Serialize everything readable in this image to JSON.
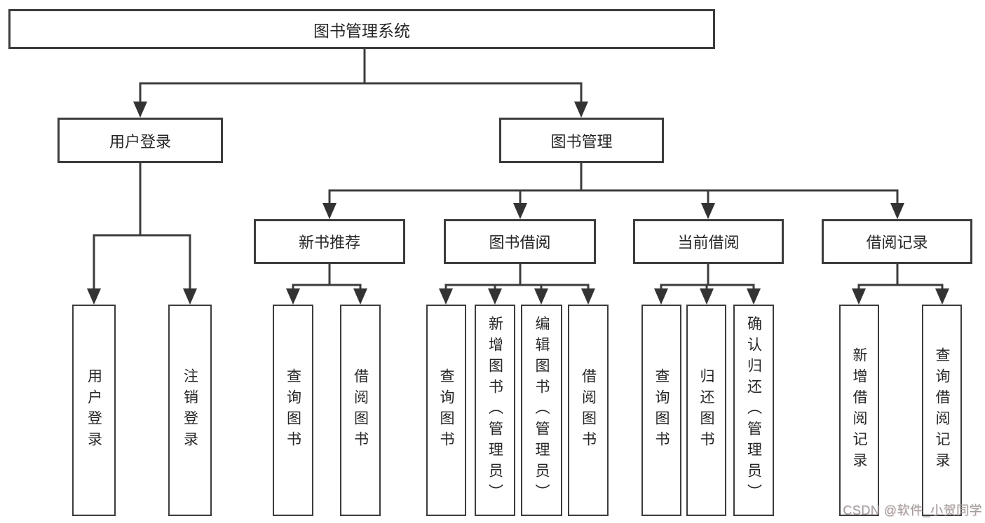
{
  "diagram": {
    "root": {
      "label": "图书管理系统"
    },
    "branches": [
      {
        "label": "用户登录"
      },
      {
        "label": "图书管理"
      }
    ],
    "modules": [
      {
        "label": "新书推荐",
        "parent": "图书管理"
      },
      {
        "label": "图书借阅",
        "parent": "图书管理"
      },
      {
        "label": "当前借阅",
        "parent": "图书管理"
      },
      {
        "label": "借阅记录",
        "parent": "图书管理"
      }
    ],
    "leaves": [
      {
        "label": "用户登录",
        "parent": "用户登录"
      },
      {
        "label": "注销登录",
        "parent": "用户登录"
      },
      {
        "label": "查询图书",
        "parent": "新书推荐"
      },
      {
        "label": "借阅图书",
        "parent": "新书推荐"
      },
      {
        "label": "查询图书",
        "parent": "图书借阅"
      },
      {
        "label": "新增图书（管理员）",
        "parent": "图书借阅"
      },
      {
        "label": "编辑图书（管理员）",
        "parent": "图书借阅"
      },
      {
        "label": "借阅图书",
        "parent": "图书借阅"
      },
      {
        "label": "查询图书",
        "parent": "当前借阅"
      },
      {
        "label": "归还图书",
        "parent": "当前借阅"
      },
      {
        "label": "确认归还（管理员）",
        "parent": "当前借阅"
      },
      {
        "label": "新增借阅记录",
        "parent": "借阅记录"
      },
      {
        "label": "查询借阅记录",
        "parent": "借阅记录"
      }
    ]
  },
  "watermark": "CSDN @软件_小贺同学",
  "colors": {
    "line": "#3c3c3c",
    "arrow": "#333333",
    "box_border": "#3c3c3c",
    "text": "#262626",
    "watermark": "#9e9e9e",
    "background": "#ffffff"
  }
}
